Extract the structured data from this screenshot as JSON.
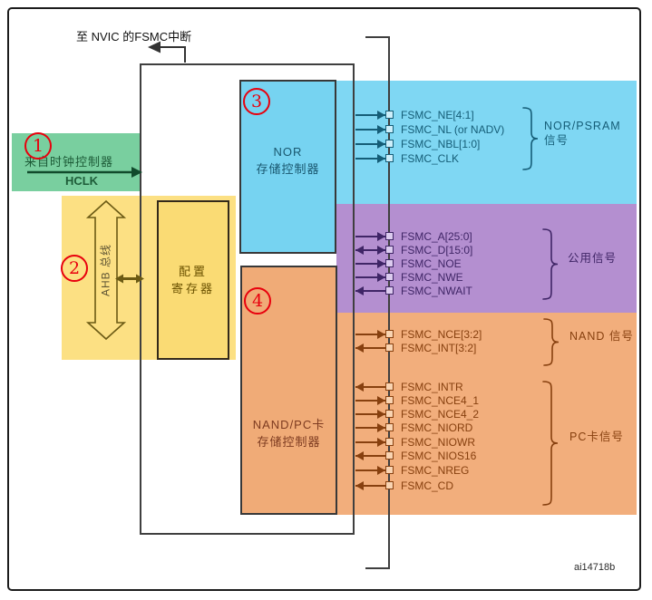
{
  "colors": {
    "green_bg": "#79CF9F",
    "green_dark": "#1D5C38",
    "green_line": "#114A2C",
    "yellow_bg": "#FCE083",
    "yellow_box": "#FADB74",
    "olive": "#6B5A14",
    "olive_text": "#5E5433",
    "blue_bg": "#7FD7F3",
    "blue_box": "#76D3F1",
    "blue_dark": "#155D77",
    "purple_bg": "#B48FD0",
    "purple_dark": "#3F2566",
    "orange_bg": "#F2AE7C",
    "orange_box": "#F0AB77",
    "orange_dark": "#87400F",
    "red_marker": "#E8000D",
    "line": "#3F3F3F"
  },
  "nvic": {
    "label": "至 NVIC 的FSMC中断"
  },
  "clock": {
    "number": "1",
    "line1": "来自时钟控制器",
    "signal": "HCLK"
  },
  "ahb": {
    "number": "2",
    "bus_label": "AHB 总线"
  },
  "config_register": {
    "line1": "配置",
    "line2": "寄存器"
  },
  "nor_controller": {
    "number": "3",
    "line1": "NOR",
    "line2": "存储控制器"
  },
  "nand_controller": {
    "number": "4",
    "line1": "NAND/PC卡",
    "line2": "存储控制器"
  },
  "signal_groups": [
    {
      "id": "nor_psram",
      "band": "blue",
      "label_lines": [
        "NOR/PSRAM",
        "信号"
      ],
      "signals": [
        {
          "name": "FSMC_NE[4:1]",
          "dir": "out"
        },
        {
          "name": "FSMC_NL (or NADV)",
          "dir": "out"
        },
        {
          "name": "FSMC_NBL[1:0]",
          "dir": "out"
        },
        {
          "name": "FSMC_CLK",
          "dir": "out"
        }
      ]
    },
    {
      "id": "common",
      "band": "purple",
      "label_lines": [
        "公用信号"
      ],
      "signals": [
        {
          "name": "FSMC_A[25:0]",
          "dir": "out"
        },
        {
          "name": "FSMC_D[15:0]",
          "dir": "both"
        },
        {
          "name": "FSMC_NOE",
          "dir": "out"
        },
        {
          "name": "FSMC_NWE",
          "dir": "out"
        },
        {
          "name": "FSMC_NWAIT",
          "dir": "in"
        }
      ]
    },
    {
      "id": "nand",
      "band": "orange",
      "label_lines": [
        "NAND 信号"
      ],
      "signals": [
        {
          "name": "FSMC_NCE[3:2]",
          "dir": "out"
        },
        {
          "name": "FSMC_INT[3:2]",
          "dir": "in"
        }
      ]
    },
    {
      "id": "pccard",
      "band": "orange",
      "label_lines": [
        "PC卡信号"
      ],
      "signals": [
        {
          "name": "FSMC_INTR",
          "dir": "in"
        },
        {
          "name": "FSMC_NCE4_1",
          "dir": "out"
        },
        {
          "name": "FSMC_NCE4_2",
          "dir": "out"
        },
        {
          "name": "FSMC_NIORD",
          "dir": "out"
        },
        {
          "name": "FSMC_NIOWR",
          "dir": "out"
        },
        {
          "name": "FSMC_NIOS16",
          "dir": "in"
        },
        {
          "name": "FSMC_NREG",
          "dir": "out"
        },
        {
          "name": "FSMC_CD",
          "dir": "in"
        }
      ]
    }
  ],
  "watermark": "ai14718b"
}
